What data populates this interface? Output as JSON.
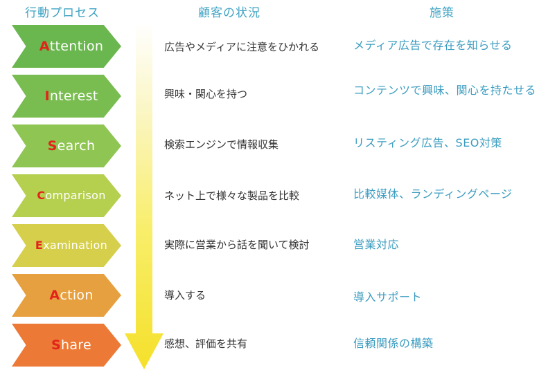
{
  "headers": {
    "process": "行動プロセス",
    "status": "顧客の状況",
    "measure": "施策"
  },
  "stages": [
    {
      "initial": "A",
      "rest": "ttention",
      "status": "広告やメディアに注意をひかれる",
      "measure": "メディア広告で存在を知らせる",
      "color": "#6ab64f"
    },
    {
      "initial": "I",
      "rest": "nterest",
      "status": "興味・関心を持つ",
      "measure": "コンテンツで興味、関心を持たせる",
      "color": "#79bd50"
    },
    {
      "initial": "S",
      "rest": "earch",
      "status": "検索エンジンで情報収集",
      "measure": "リスティング広告、SEO対策",
      "color": "#8fc552"
    },
    {
      "initial": "C",
      "rest": "omparison",
      "status": "ネット上で様々な製品を比較",
      "measure": "比較媒体、ランディングページ",
      "color": "#b5cf4f"
    },
    {
      "initial": "E",
      "rest": "xamination",
      "status": "実際に営業から話を聞いて検討",
      "measure": "営業対応",
      "color": "#d6cf4c"
    },
    {
      "initial": "A",
      "rest": "ction",
      "status": "導入する",
      "measure": "導入サポート",
      "color": "#e7a03f"
    },
    {
      "initial": "S",
      "rest": "hare",
      "status": "感想、評価を共有",
      "measure": "信頼関係の構築",
      "color": "#ec7a36"
    }
  ]
}
